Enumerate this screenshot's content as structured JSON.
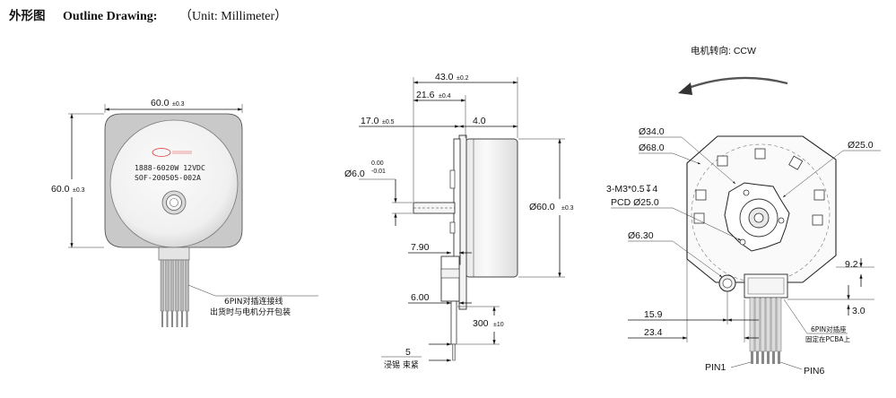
{
  "header": {
    "title_cn": "外形图",
    "title_en": "Outline Drawing:",
    "unit": "（Unit: Millimeter）"
  },
  "front_view": {
    "width_dim": "60.0",
    "width_tol": "±0.3",
    "height_dim": "60.0",
    "height_tol": "±0.3",
    "label_line1": "1888-6020W 12VDC",
    "label_line2": "SOF-200505-002A",
    "cable_note_line1": "6PIN对插连接线",
    "cable_note_line2": "出货时与电机分开包装"
  },
  "side_view": {
    "overall_dim": "43.0",
    "overall_tol": "±0.2",
    "mid_dim": "21.6",
    "mid_tol": "±0.4",
    "shaft_dim": "17.0",
    "shaft_tol": "±0.5",
    "flange_dim": "4.0",
    "shaft_dia": "Ø6.0",
    "shaft_tol_upper": "0.00",
    "shaft_tol_lower": "-0.01",
    "body_dia": "Ø60.0",
    "body_dia_tol": "±0.3",
    "dim_790": "7.90",
    "dim_600": "6.00",
    "cable_len": "300",
    "cable_len_tol": "±10",
    "tin_len": "5",
    "tin_note": "浸锡 束紧"
  },
  "back_view": {
    "rotation_note": "电机转向: CCW",
    "dia_34": "Ø34.0",
    "dia_68": "Ø68.0",
    "dia_25": "Ø25.0",
    "screw_spec": "3-M3*0.5↧4",
    "pcd": "PCD Ø25.0",
    "dia_630": "Ø6.30",
    "dim_92": "9.2",
    "dim_30": "3.0",
    "dim_159": "15.9",
    "dim_234": "23.4",
    "connector_note_line1": "6PIN对插座",
    "connector_note_line2": "固定在PCBA上",
    "pin1": "PIN1",
    "pin6": "PIN6"
  }
}
